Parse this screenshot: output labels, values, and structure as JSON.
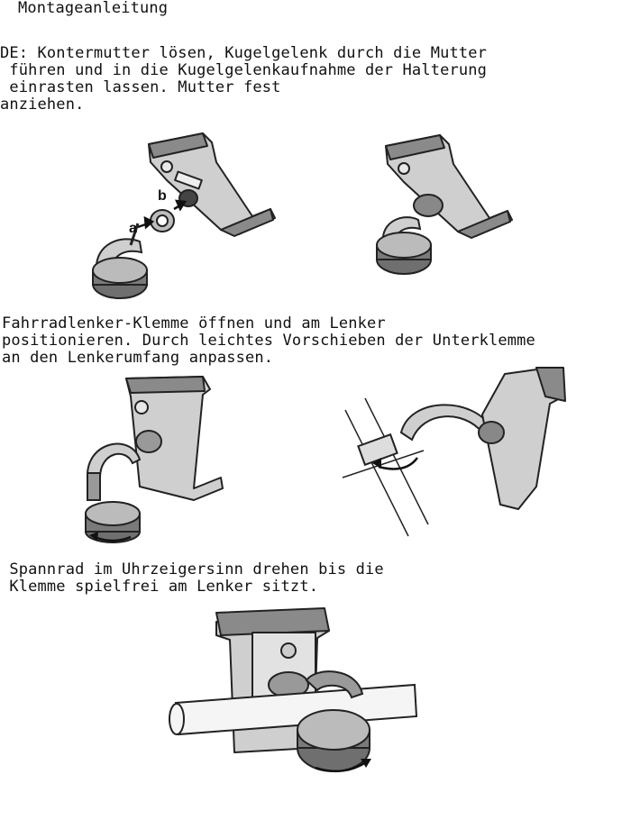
{
  "title": "Montageanleitung",
  "step1": {
    "lines": [
      "DE: Kontermutter lösen, Kugelgelenk durch die Mutter",
      " führen und in die Kugelgelenkaufnahme der Halterung",
      " einrasten lassen. Mutter fest",
      "anziehen."
    ],
    "label_a": "a",
    "label_b": "b"
  },
  "step2": {
    "lines": [
      "Fahrradlenker-Klemme öffnen und am Lenker",
      "positionieren. Durch leichtes Vorschieben der Unterklemme",
      "an den Lenkerumfang anpassen."
    ]
  },
  "step3": {
    "lines": [
      " Spannrad im Uhrzeigersinn drehen bis die",
      " Klemme spielfrei am Lenker sitzt."
    ]
  }
}
